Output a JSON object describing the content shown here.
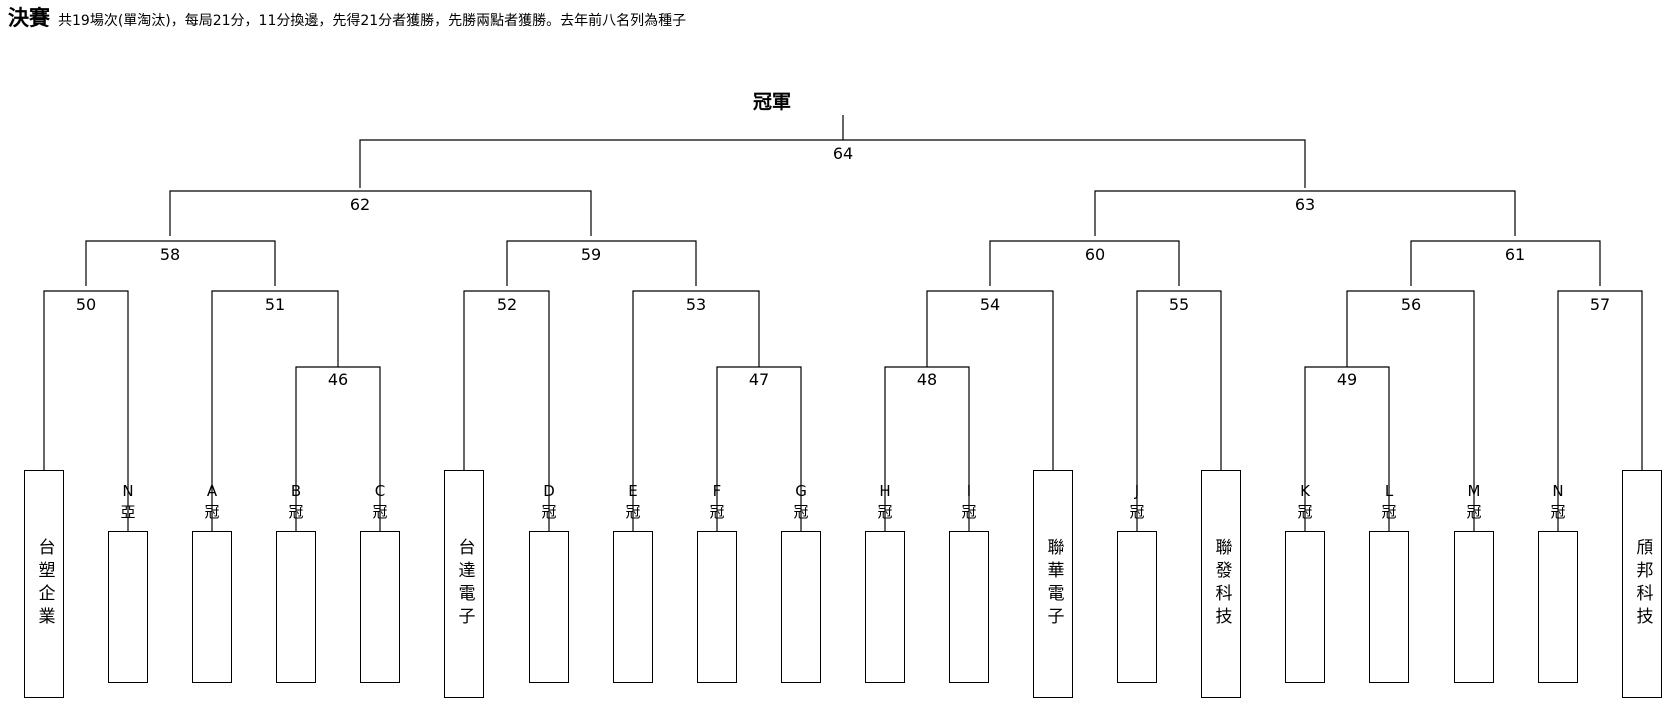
{
  "header": {
    "title": "決賽",
    "description": "共19場次(單淘汰)，每局21分，11分換邊，先得21分者獲勝，先勝兩點者獲勝。去年前八名列為種子"
  },
  "bracket": {
    "champion_label": "冠軍",
    "matches": [
      "64",
      "62",
      "63",
      "58",
      "59",
      "60",
      "61",
      "50",
      "51",
      "52",
      "53",
      "54",
      "55",
      "56",
      "57",
      "46",
      "47",
      "48",
      "49"
    ],
    "seeded_teams": [
      "台塑企業",
      "台達電子",
      "聯華電子",
      "聯發科技",
      "頎邦科技"
    ],
    "open_slots": [
      {
        "letter": "N",
        "suffix": "亞"
      },
      {
        "letter": "A",
        "suffix": "冠"
      },
      {
        "letter": "B",
        "suffix": "冠"
      },
      {
        "letter": "C",
        "suffix": "冠"
      },
      {
        "letter": "D",
        "suffix": "冠"
      },
      {
        "letter": "E",
        "suffix": "冠"
      },
      {
        "letter": "F",
        "suffix": "冠"
      },
      {
        "letter": "G",
        "suffix": "冠"
      },
      {
        "letter": "H",
        "suffix": "冠"
      },
      {
        "letter": "I",
        "suffix": "冠"
      },
      {
        "letter": "J",
        "suffix": "冠"
      },
      {
        "letter": "K",
        "suffix": "冠"
      },
      {
        "letter": "L",
        "suffix": "冠"
      },
      {
        "letter": "M",
        "suffix": "冠"
      },
      {
        "letter": "N",
        "suffix": "冠"
      }
    ]
  }
}
